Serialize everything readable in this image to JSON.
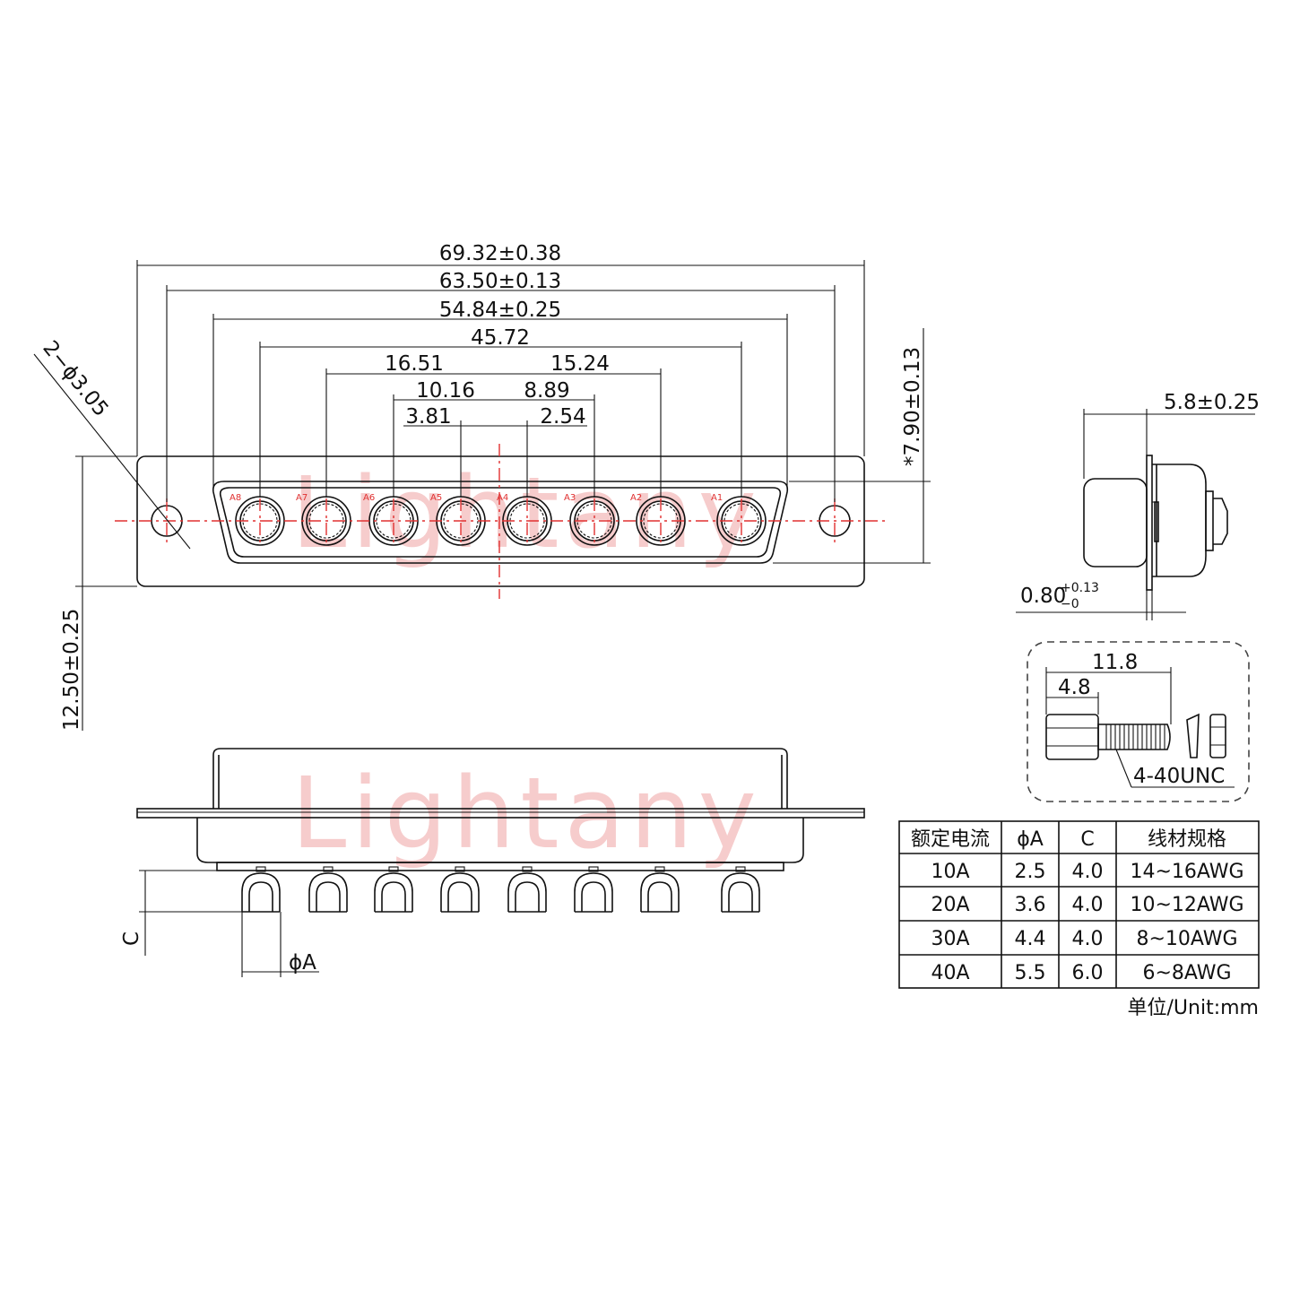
{
  "watermark": "Lightany",
  "front_view": {
    "dimensions": {
      "overall_width": "69.32±0.38",
      "mount_hole_spacing": "63.50±0.13",
      "shell_width": "54.84±0.25",
      "pin_span": "45.72",
      "left_16": "16.51",
      "right_15": "15.24",
      "left_10": "10.16",
      "right_8": "8.89",
      "left_3": "3.81",
      "right_2": "2.54",
      "hole_spec": "2−ϕ3.05",
      "shell_height": "*7.90±0.13",
      "flange_height": "12.50±0.25"
    },
    "pin_labels": [
      "A8",
      "A7",
      "A6",
      "A5",
      "A4",
      "A3",
      "A2",
      "A1"
    ]
  },
  "side_view": {
    "depth": "5.8±0.25",
    "flange_thickness_base": "0.80",
    "flange_thickness_tol_upper": "+0.13",
    "flange_thickness_tol_lower": "−0"
  },
  "screw_detail": {
    "total_length": "11.8",
    "hex_length": "4.8",
    "thread": "4-40UNC"
  },
  "bottom_view": {
    "label_c": "C",
    "label_diameter": "ϕA"
  },
  "spec_table": {
    "headers": [
      "额定电流",
      "ϕA",
      "C",
      "线材规格"
    ],
    "rows": [
      [
        "10A",
        "2.5",
        "4.0",
        "14~16AWG"
      ],
      [
        "20A",
        "3.6",
        "4.0",
        "10~12AWG"
      ],
      [
        "30A",
        "4.4",
        "4.0",
        "8~10AWG"
      ],
      [
        "40A",
        "5.5",
        "6.0",
        "6~8AWG"
      ]
    ]
  },
  "unit_note": "单位/Unit:mm"
}
